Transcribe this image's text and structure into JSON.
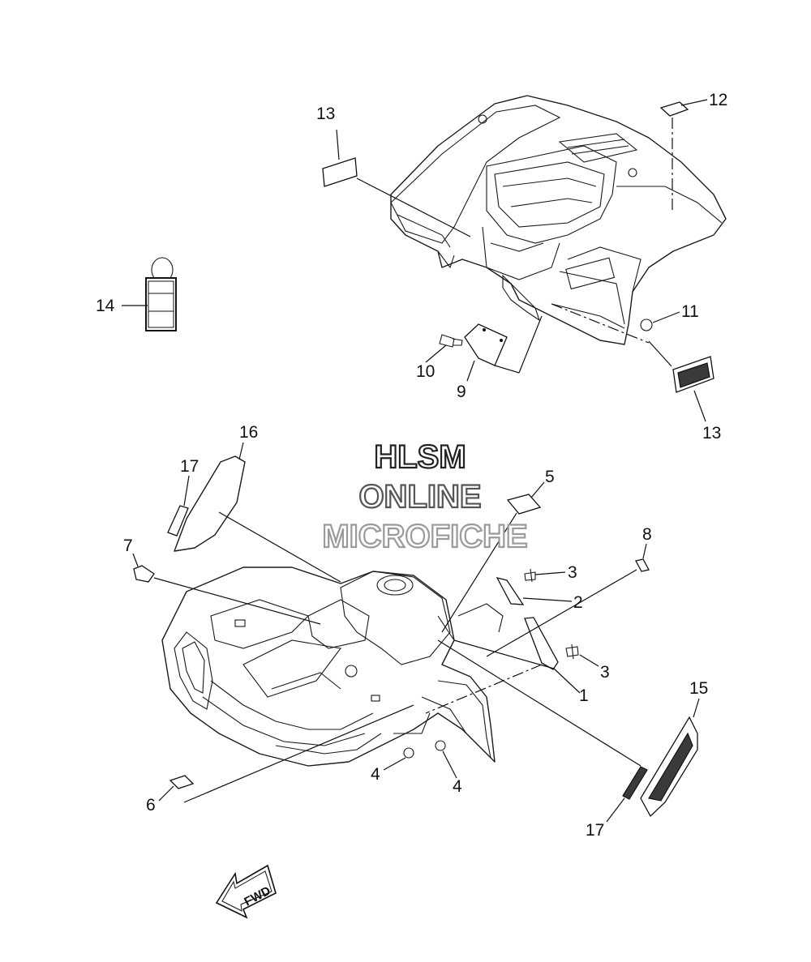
{
  "watermark": {
    "line1": "HLSM",
    "line2": "ONLINE",
    "line3": "MICROFICHE",
    "colors": [
      "#222222",
      "#555555",
      "#9a9a9a"
    ]
  },
  "direction_label": "FWD",
  "callouts": [
    "1",
    "2",
    "3",
    "3",
    "4",
    "4",
    "5",
    "6",
    "7",
    "8",
    "9",
    "10",
    "11",
    "12",
    "13",
    "13",
    "14",
    "15",
    "16",
    "17",
    "17"
  ],
  "colors": {
    "line": "#1a1a1a",
    "background": "#ffffff"
  }
}
